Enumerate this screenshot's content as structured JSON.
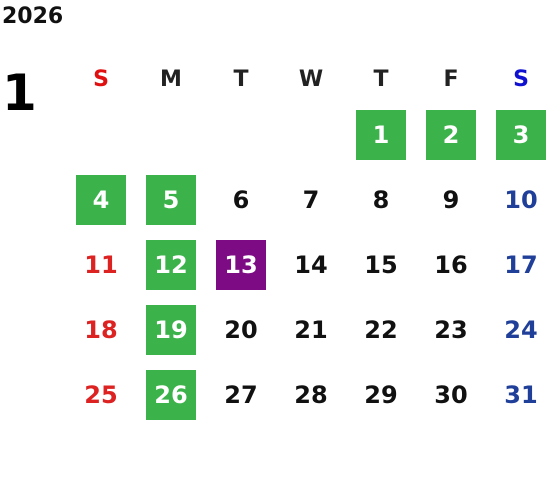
{
  "year": "2026",
  "month": "1",
  "colors": {
    "holiday_bg": "#3bb34a",
    "today_bg": "#7d0b83",
    "sunday": "#dd2222",
    "saturday": "#1f3f99",
    "weekday": "#111111"
  },
  "weekdays": [
    {
      "label": "S",
      "color": "#e01010"
    },
    {
      "label": "M",
      "color": "#222222"
    },
    {
      "label": "T",
      "color": "#222222"
    },
    {
      "label": "W",
      "color": "#222222"
    },
    {
      "label": "T",
      "color": "#222222"
    },
    {
      "label": "F",
      "color": "#222222"
    },
    {
      "label": "S",
      "color": "#1010d0"
    }
  ],
  "weeks": [
    [
      null,
      null,
      null,
      null,
      {
        "d": "1",
        "mark": "holiday"
      },
      {
        "d": "2",
        "mark": "holiday"
      },
      {
        "d": "3",
        "mark": "holiday"
      }
    ],
    [
      {
        "d": "4",
        "mark": "holiday"
      },
      {
        "d": "5",
        "mark": "holiday"
      },
      {
        "d": "6"
      },
      {
        "d": "7"
      },
      {
        "d": "8"
      },
      {
        "d": "9"
      },
      {
        "d": "10"
      }
    ],
    [
      {
        "d": "11"
      },
      {
        "d": "12",
        "mark": "holiday"
      },
      {
        "d": "13",
        "mark": "today"
      },
      {
        "d": "14"
      },
      {
        "d": "15"
      },
      {
        "d": "16"
      },
      {
        "d": "17"
      }
    ],
    [
      {
        "d": "18"
      },
      {
        "d": "19",
        "mark": "holiday"
      },
      {
        "d": "20"
      },
      {
        "d": "21"
      },
      {
        "d": "22"
      },
      {
        "d": "23"
      },
      {
        "d": "24"
      }
    ],
    [
      {
        "d": "25"
      },
      {
        "d": "26",
        "mark": "holiday"
      },
      {
        "d": "27"
      },
      {
        "d": "28"
      },
      {
        "d": "29"
      },
      {
        "d": "30"
      },
      {
        "d": "31"
      }
    ]
  ]
}
